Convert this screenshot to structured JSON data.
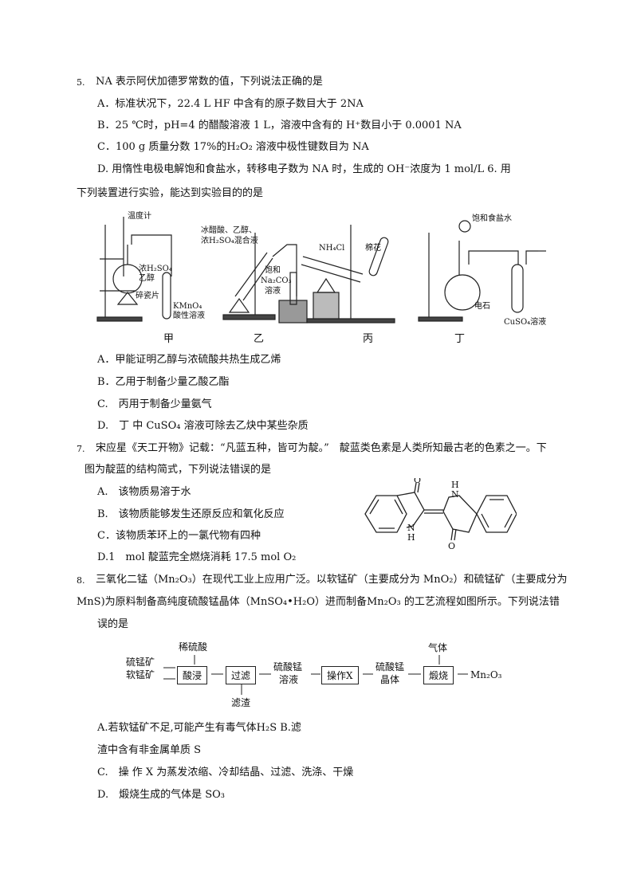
{
  "q5": {
    "number": "5.",
    "stem": "NA 表示阿伏加德罗常数的值，下列说法正确的是",
    "options": [
      "A．标准状况下，22.4 L HF 中含有的原子数目大于 2NA",
      "B．25 ℃时，pH=4 的醋酸溶液 1 L，溶液中含有的 H⁺数目小于 0.0001 NA",
      "C．100 g 质量分数 17%的H₂O₂ 溶液中极性键数目为 NA",
      "D. 用惰性电极电解饱和食盐水，转移电子数为 NA 时，生成的 OH⁻浓度为 1 mol/L 6. 用"
    ]
  },
  "q6": {
    "stem": "下列装置进行实验，能达到实验目的的是",
    "figure_labels": {
      "jia": [
        "温度计",
        "浓H₂SO₄",
        "乙醇",
        "碎瓷片",
        "KMnO₄",
        "酸性溶液"
      ],
      "yi": [
        "冰醋酸、乙醇、",
        "浓H₂SO₄混合液",
        "饱和",
        "Na₂CO₃",
        "溶液"
      ],
      "bing": [
        "NH₄Cl",
        "棉花"
      ],
      "ding": [
        "饱和食盐水",
        "电石",
        "CuSO₄溶液"
      ]
    },
    "captions": [
      "甲",
      "乙",
      "丙",
      "丁"
    ],
    "options": [
      "A．甲能证明乙醇与浓硫酸共热生成乙烯",
      "B．乙用于制备少量乙酸乙酯",
      "C.　丙用于制备少量氨气",
      "D.　丁 中 CuSO₄ 溶液可除去乙炔中某些杂质"
    ]
  },
  "q7": {
    "number": "7.",
    "stem": "宋应星《天工开物》记载：“凡蓝五种，皆可为靛。”　靛蓝类色素是人类所知最古老的色素之一。下",
    "stem2": "图为靛蓝的结构简式，下列说法错误的是",
    "structure_labels": [
      "O",
      "H",
      "N",
      "N",
      "H",
      "O"
    ],
    "options": [
      "A.　该物质易溶于水",
      "B.　该物质能够发生还原反应和氧化反应",
      "C．该物质苯环上的一氯代物有四种",
      "D.1　mol 靛蓝完全燃烧消耗 17.5 mol O₂"
    ]
  },
  "q8": {
    "number": "8.",
    "stem": "三氧化二锰（Mn₂O₃）在现代工业上应用广泛。以软锰矿（主要成分为 MnO₂）和硫锰矿（主要成分为",
    "stem2": "MnS)为原料制备高纯度硫酸锰晶体（MnSO₄•H₂O）进而制备Mn₂O₃ 的工艺流程如图所示。下列说法错",
    "stem3": "误的是",
    "flow": {
      "inputs": [
        "硫锰矿",
        "软锰矿"
      ],
      "acid": "稀硫酸",
      "step1": "酸浸",
      "step2": "过滤",
      "residue": "滤渣",
      "intermediate1": [
        "硫酸锰",
        "溶液"
      ],
      "step3": "操作X",
      "intermediate2": [
        "硫酸锰",
        "晶体"
      ],
      "step4": "煅烧",
      "gas": "气体",
      "product": "Mn₂O₃"
    },
    "options": [
      "A.若软锰矿不足,可能产生有毒气体H₂S B.滤",
      "渣中含有非金属单质 S",
      "C.　操 作 X 为蒸发浓缩、冷却结晶、过滤、洗涤、干燥",
      "D.　煅烧生成的气体是 SO₃"
    ]
  }
}
